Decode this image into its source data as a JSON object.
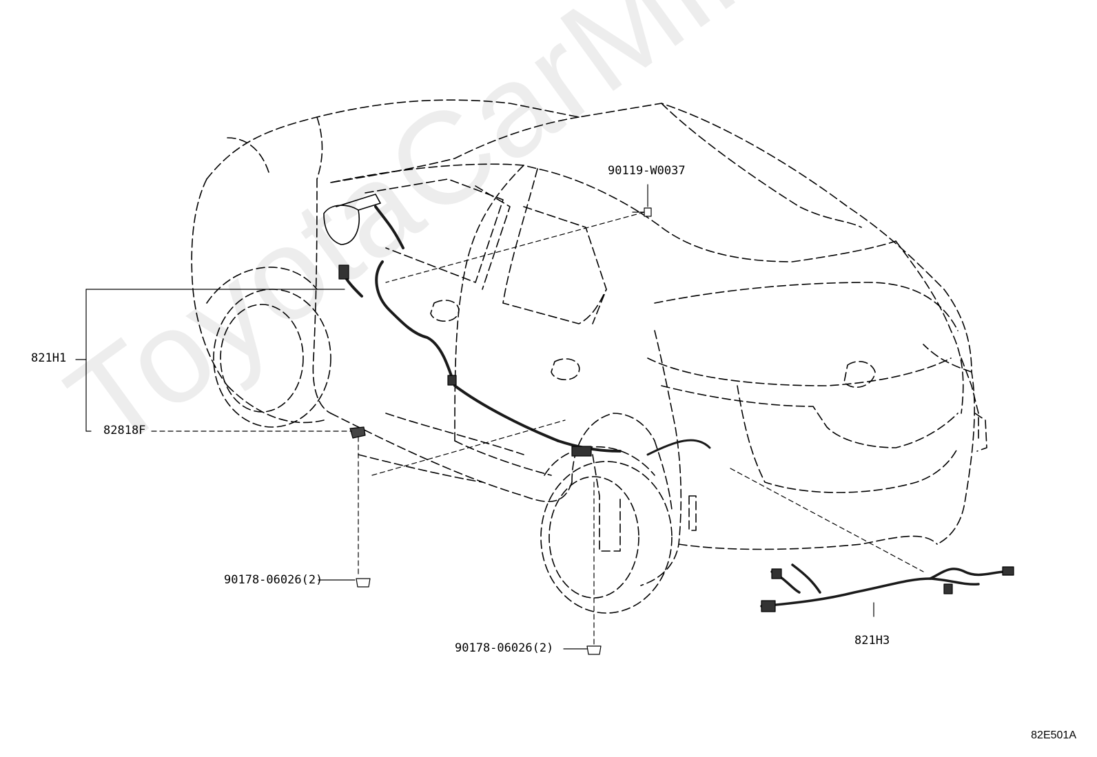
{
  "diagram": {
    "watermark": "ToyotaCarMine.ru",
    "code": "82E501A",
    "callouts": {
      "part_821H1": "821H1",
      "part_82818F": "82818F",
      "part_90119": "90119-W0037",
      "part_90178_a": "90178-06026(2)",
      "part_90178_b": "90178-06026(2)",
      "part_821H3": "821H3"
    },
    "colors": {
      "line": "#000000",
      "harness": "#1a1a1a",
      "watermark": "#ededed"
    }
  }
}
